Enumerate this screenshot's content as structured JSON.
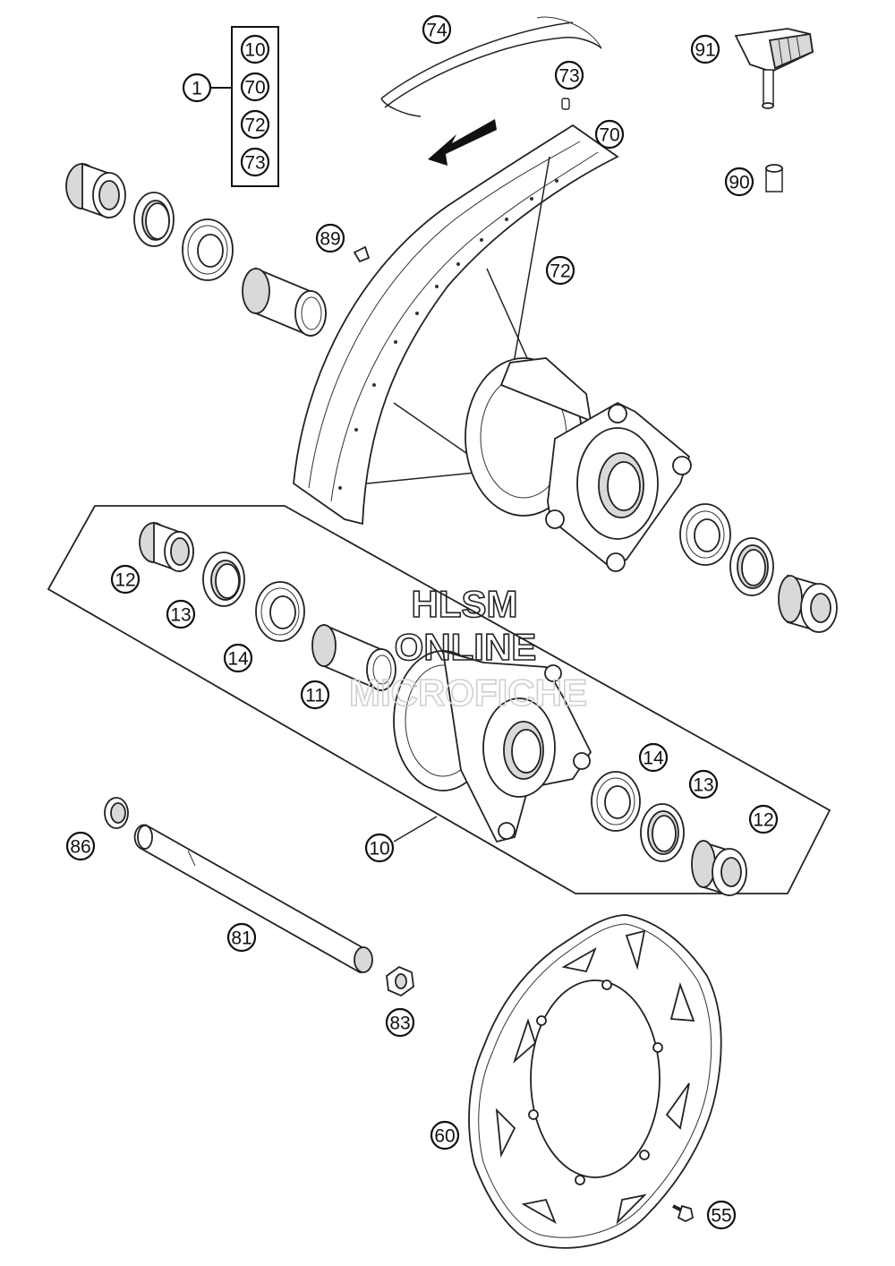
{
  "watermark": {
    "line1": "HLSM",
    "line2": "ONLINE",
    "line3": "MICROFICHE"
  },
  "kit_box_items": [
    "10",
    "70",
    "72",
    "73"
  ],
  "callouts": {
    "c1": "1",
    "c74": "74",
    "c73": "73",
    "c91": "91",
    "c70": "70",
    "c90": "90",
    "c89": "89",
    "c72": "72",
    "c12a": "12",
    "c13a": "13",
    "c14a": "14",
    "c11": "11",
    "c14b": "14",
    "c13b": "13",
    "c12b": "12",
    "c10": "10",
    "c86": "86",
    "c81": "81",
    "c83": "83",
    "c60": "60",
    "c55": "55"
  }
}
